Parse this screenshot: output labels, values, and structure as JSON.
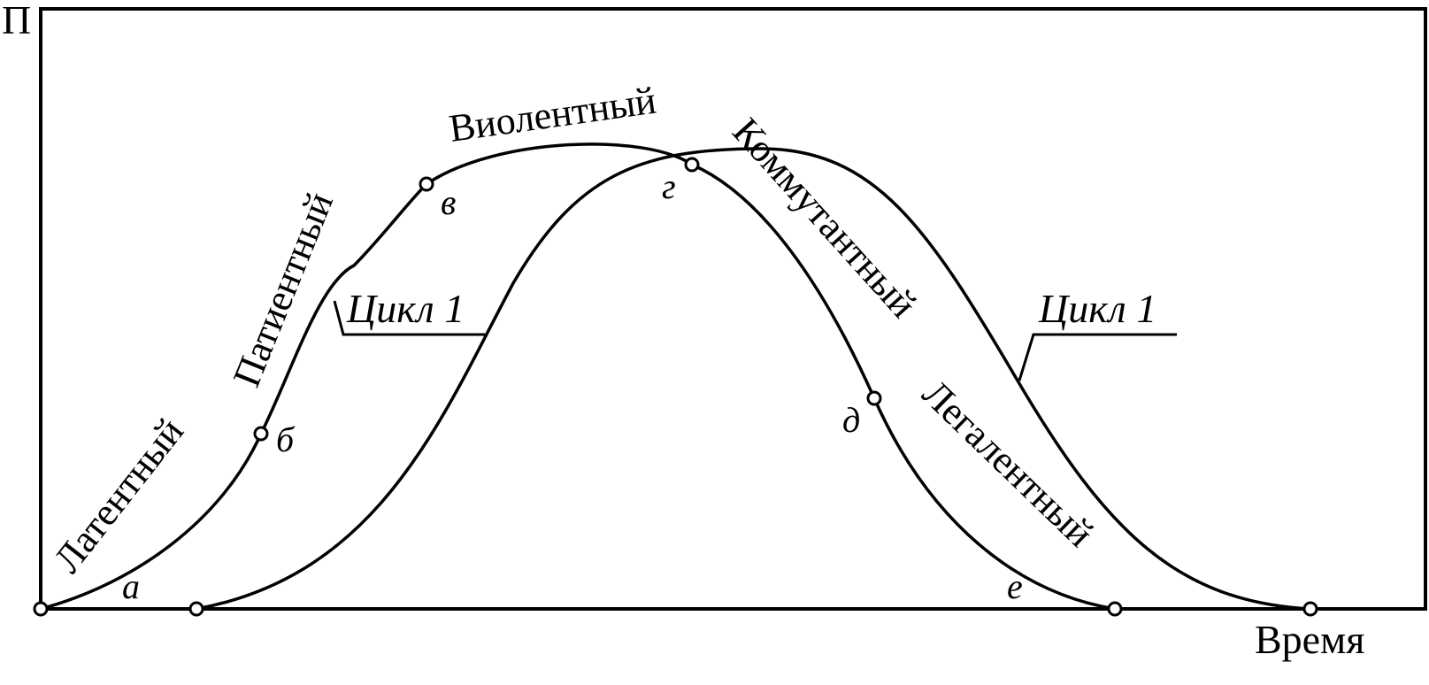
{
  "axes": {
    "y_label": "П",
    "x_label": "Время"
  },
  "stages": {
    "latent": "Латентный",
    "patient": "Патиентный",
    "violent": "Виолентный",
    "commutant": "Коммутантный",
    "legalent": "Легалентный"
  },
  "points": {
    "a": "а",
    "b": "б",
    "v": "в",
    "g": "г",
    "d": "д",
    "e": "е"
  },
  "cycles": {
    "first": "Цикл 1",
    "second": "Цикл 1"
  }
}
